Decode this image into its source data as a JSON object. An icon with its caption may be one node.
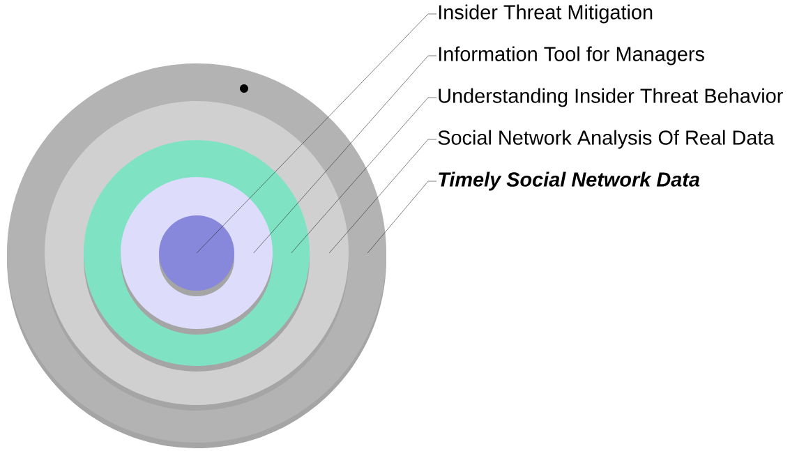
{
  "diagram": {
    "nodes": [
      {
        "text": [],
        "shape": "circle"
      },
      {
        "text": [],
        "shape": "circle",
        "in": 0
      },
      {
        "text": [],
        "shape": "circle",
        "in": 1
      },
      {
        "text": [],
        "shape": "circle",
        "in": 2
      },
      {
        "text": [],
        "shape": "circle",
        "in": 3
      },
      {
        "text": [
          "Insider Threat Mitigation"
        ]
      },
      {
        "text": [
          "Information Tool for Managers"
        ]
      },
      {
        "text": [
          "Understanding Insider Threat Behavior"
        ]
      },
      {
        "text": [
          "Social Network Analysis Of  Real Data"
        ]
      },
      {
        "text": [
          "Timely Social Network Data"
        ]
      }
    ],
    "edges": [
      {
        "from": 5,
        "to": 4,
        "arrow": "none"
      },
      {
        "from": 6,
        "to": 3,
        "arrow": "none"
      },
      {
        "from": 7,
        "to": 2,
        "arrow": "none"
      },
      {
        "from": 8,
        "to": 1,
        "arrow": "none"
      },
      {
        "from": 9,
        "to": 0,
        "arrow": "none"
      }
    ]
  }
}
